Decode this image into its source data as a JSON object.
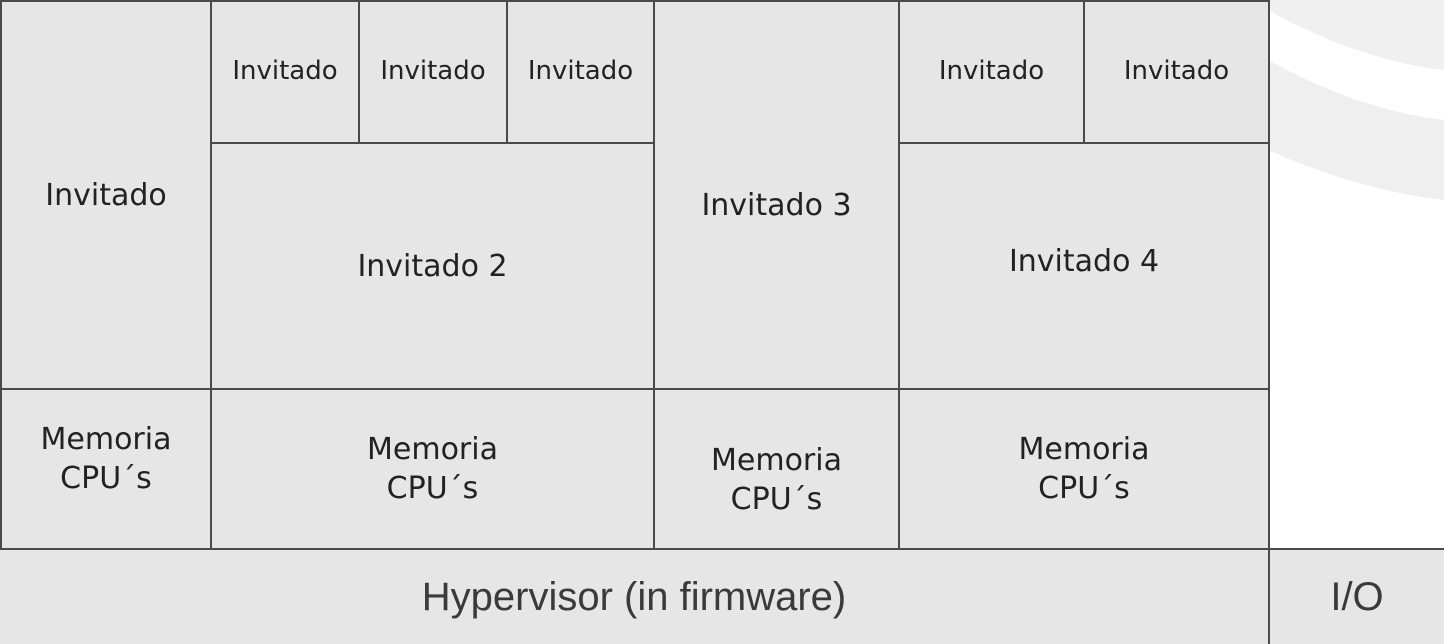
{
  "blocks": {
    "guest_left": "Invitado",
    "guest_small_1": "Invitado",
    "guest_small_2": "Invitado",
    "guest_small_3": "Invitado",
    "guest_2": "Invitado 2",
    "guest_3": "Invitado 3",
    "guest_small_4": "Invitado",
    "guest_small_5": "Invitado",
    "guest_4": "Invitado 4",
    "memcpu_1": "Memoria\nCPU´s",
    "memcpu_2": "Memoria\nCPU´s",
    "memcpu_3": "Memoria\nCPU´s",
    "memcpu_4": "Memoria\nCPU´s",
    "hypervisor": "Hypervisor (in firmware)",
    "io": "I/O"
  },
  "colors": {
    "fill": "#e6e6e6",
    "border": "#4a4a4a",
    "background": "#ffffff"
  }
}
